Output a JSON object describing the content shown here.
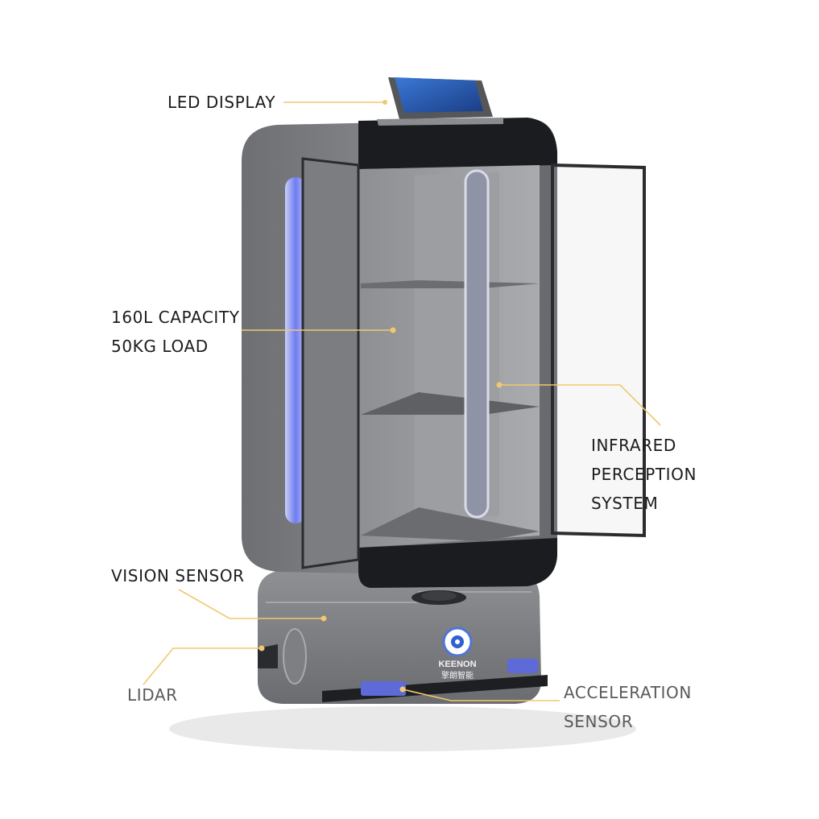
{
  "colors": {
    "callout_line": "#f2c76e",
    "body_dark": "#5f6165",
    "body_mid": "#7a7c80",
    "body_light": "#9a9ca0",
    "glow_blue": "#7d8cff",
    "cabinet_black": "#1b1c1f"
  },
  "brand": {
    "name": "KEENON",
    "name_cn": "擎朗智能",
    "logo": "keenon-logo-icon"
  },
  "labels": {
    "led_display": "LED DISPLAY",
    "capacity_line1": "160L CAPACITY",
    "capacity_line2": "50KG LOAD",
    "infrared_line1": "INFRARED",
    "infrared_line2": "PERCEPTION",
    "infrared_line3": "SYSTEM",
    "vision_sensor": "VISION SENSOR",
    "lidar": "LIDAR",
    "acceleration_line1": "ACCELERATION",
    "acceleration_line2": "SENSOR"
  }
}
